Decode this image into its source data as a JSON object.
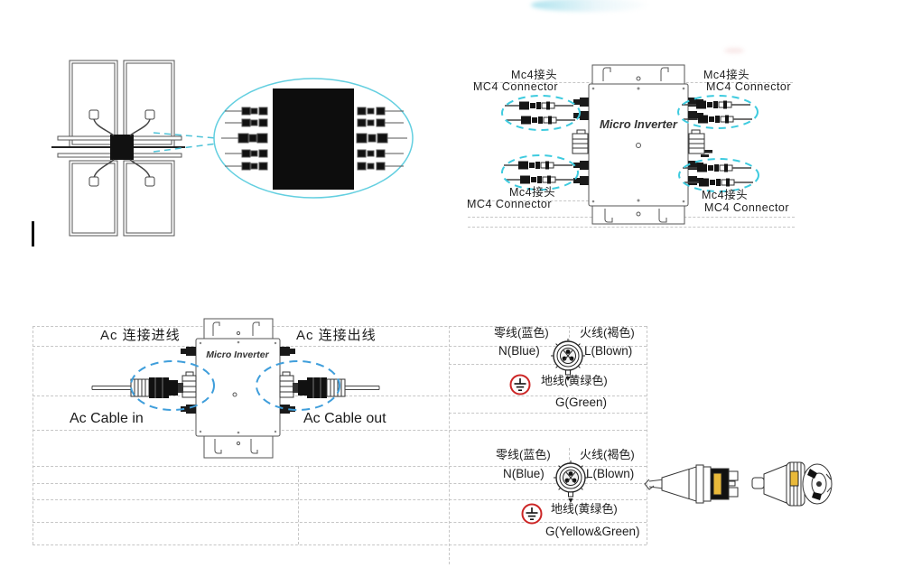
{
  "page": {
    "background": "#ffffff"
  },
  "colors": {
    "cyan_ellipse": "#3ecbdf",
    "blue_ellipse": "#3f9edb",
    "grid_line": "#c6c6c6",
    "line_art": "#4a4a4a",
    "ground_red": "#cc2626",
    "connector_yellow": "#e9b93a"
  },
  "mc4_diagram": {
    "inverter_label": "Micro Inverter",
    "labels": {
      "top_left": {
        "cn": "Mc4接头",
        "en": "MC4 Connector"
      },
      "top_right": {
        "cn": "Mc4接头",
        "en": "MC4 Connector"
      },
      "bottom_left": {
        "cn": "Mc4接头",
        "en": "MC4 Connector"
      },
      "bottom_right": {
        "cn": "Mc4接头",
        "en": "MC4 Connector"
      }
    }
  },
  "ac_diagram": {
    "inverter_label": "Micro Inverter",
    "in_label_cn": "Ac 连接进线",
    "out_label_cn": "Ac 连接出线",
    "in_label_en": "Ac Cable in",
    "out_label_en": "Ac Cable out"
  },
  "wire_legend_blocks": [
    {
      "neutral_cn": "零线(蓝色)",
      "neutral_en": "N(Blue)",
      "live_cn": "火线(褐色)",
      "live_en": "L(Blown)",
      "ground_cn": "地线(黄绿色)",
      "ground_en": "G(Green)"
    },
    {
      "neutral_cn": "零线(蓝色)",
      "neutral_en": "N(Blue)",
      "live_cn": "火线(褐色)",
      "live_en": "L(Blown)",
      "ground_cn": "地线(黄绿色)",
      "ground_en": "G(Yellow&Green)"
    }
  ]
}
